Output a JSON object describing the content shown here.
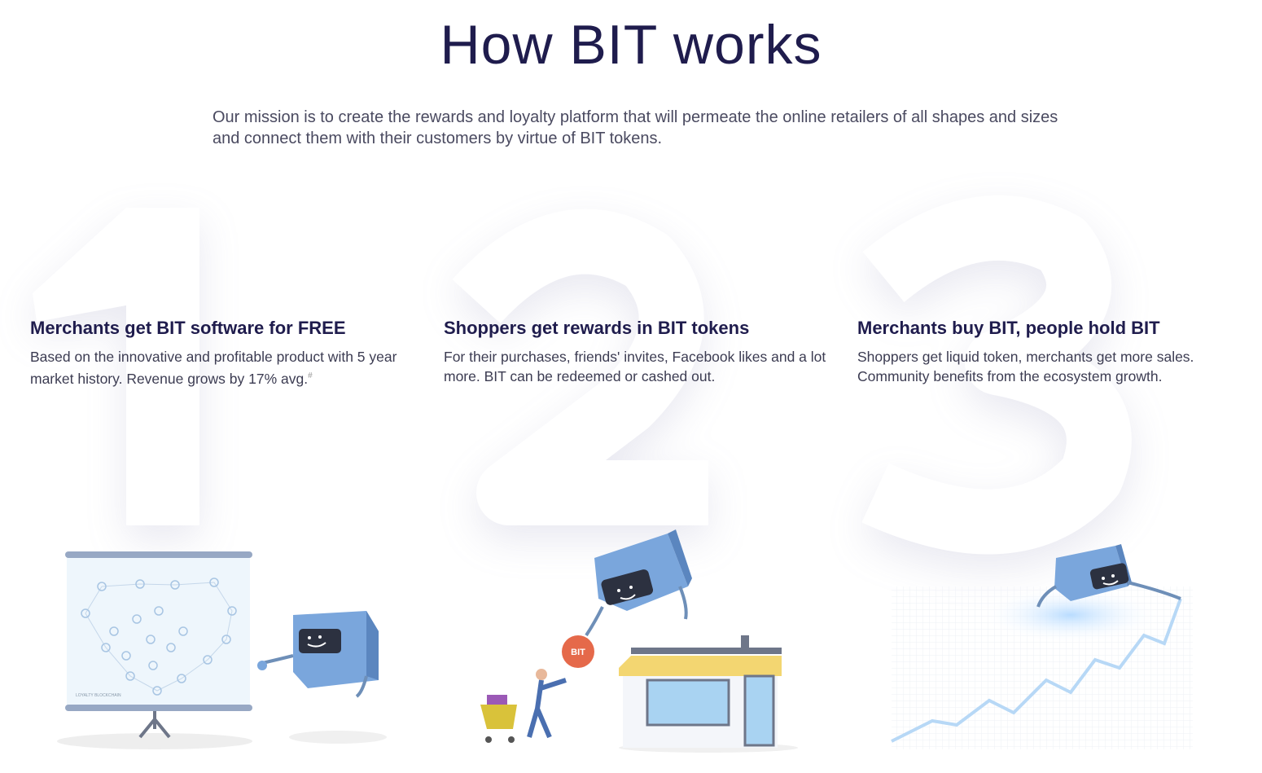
{
  "title": "How BIT works",
  "mission": "Our mission is to create the rewards and loyalty platform that will permeate the online retailers of all shapes and sizes and connect them with their customers by  virtue of BIT tokens.",
  "steps": [
    {
      "number": "1",
      "heading": "Merchants get BIT software for FREE",
      "text": "Based on the innovative and profitable product with 5 year market history. Revenue grows by 17% avg.",
      "footnote": "#"
    },
    {
      "number": "2",
      "heading": "Shoppers get rewards in BIT tokens",
      "text": "For their purchases, friends' invites, Facebook likes and a lot more. BIT can be redeemed or cashed out."
    },
    {
      "number": "3",
      "heading": "Merchants buy BIT, people hold BIT",
      "text": "Shoppers get liquid token, merchants get more sales. Community benefits from the ecosystem growth."
    }
  ],
  "illustrations": {
    "board_label": "LOYALTY BLOCKCHAIN",
    "coin_label": "BIT"
  },
  "colors": {
    "title": "#1f1c4d",
    "robot": "#7aa6dc",
    "coin": "#e5694a"
  }
}
